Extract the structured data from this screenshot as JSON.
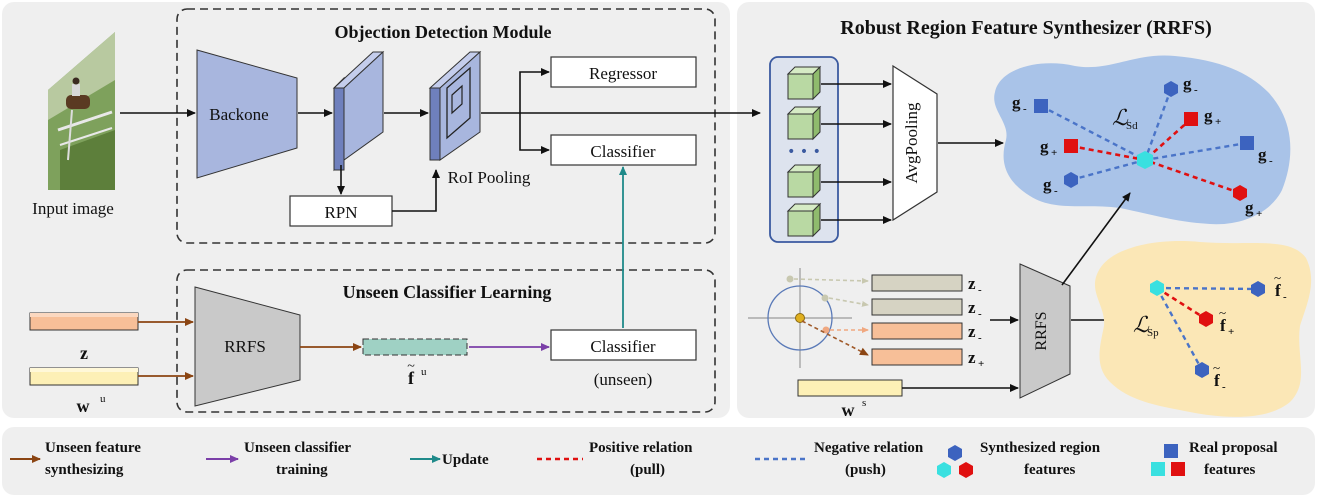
{
  "left_panel": {
    "odm_title": "Objection Detection Module",
    "input_label": "Input image",
    "backbone_label": "Backone",
    "rpn_label": "RPN",
    "roi_label": "RoI Pooling",
    "regressor_label": "Regressor",
    "classifier_label": "Classifier",
    "ucl_title": "Unseen Classifier Learning",
    "rrfs_label": "RRFS",
    "z_label": "z",
    "wu_base": "w",
    "wu_sup": "u",
    "fu_base": "f",
    "fu_tilde": "~",
    "fu_sup": "u",
    "unseen_classifier_label": "Classifier",
    "unseen_paren_label": "(unseen)"
  },
  "right_panel": {
    "title": "Robust Region Feature Synthesizer (RRFS)",
    "avgpool_label": "AvgPooling",
    "dots": "• • •",
    "loss_sd_base": "ℒ",
    "loss_sd_sub": "Sd",
    "loss_sp_base": "ℒ",
    "loss_sp_sub": "Sp",
    "rrfs_label": "RRFS",
    "ws_base": "w",
    "ws_sup": "s",
    "z_rows": [
      {
        "base": "z",
        "sub": "-"
      },
      {
        "base": "z",
        "sub": "-"
      },
      {
        "base": "z",
        "sub": "-"
      },
      {
        "base": "z",
        "sub": "+"
      }
    ],
    "g_labels": [
      {
        "base": "g",
        "sub": "-"
      },
      {
        "base": "g",
        "sub": "-"
      },
      {
        "base": "g",
        "sub": "+"
      },
      {
        "base": "g",
        "sub": "+"
      },
      {
        "base": "g",
        "sub": "-"
      },
      {
        "base": "g",
        "sub": "-"
      },
      {
        "base": "g",
        "sub": "+"
      }
    ],
    "f_labels": [
      {
        "base": "f",
        "tilde": "~",
        "sub": "-"
      },
      {
        "base": "f",
        "tilde": "~",
        "sub": "+"
      },
      {
        "base": "f",
        "tilde": "~",
        "sub": "-"
      }
    ]
  },
  "legend": {
    "items": [
      {
        "line1": "Unseen feature",
        "line2": "synthesizing"
      },
      {
        "line1": "Unseen classifier",
        "line2": "training"
      },
      {
        "line1": "Update",
        "line2": ""
      },
      {
        "line1": "Positive relation",
        "line2": "(pull)"
      },
      {
        "line1": "Negative relation",
        "line2": "(push)"
      },
      {
        "line1": "Synthesized region",
        "line2": "features"
      },
      {
        "line1": "Real proposal",
        "line2": "features"
      }
    ]
  },
  "colors": {
    "panel_bg": "#efefef",
    "blue_block": "#a8b6de",
    "gray_block": "#c9c9c9",
    "green_cube": "#b9d9a3",
    "orange_bar": "#f7bf98",
    "yellow_bar": "#fdf0b6",
    "tan_bar": "#d6d3c3",
    "teal_bar": "#9fd1c4",
    "blue_blob": "#a9c3e8",
    "yellow_blob": "#fbe7b6",
    "brown_arrow": "#8b4513",
    "purple_arrow": "#7b3fa8",
    "teal_arrow": "#1f8a8a",
    "red": "#e01010",
    "blue_dash": "#4a74c8",
    "node_blue": "#3c63bf",
    "cyan": "#39e0e0"
  }
}
